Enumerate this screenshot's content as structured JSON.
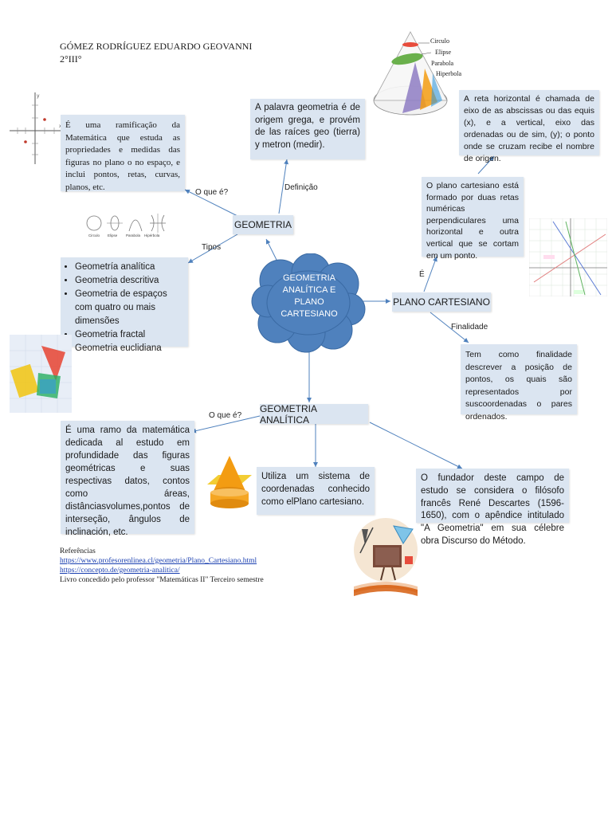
{
  "header": {
    "author": "GÓMEZ RODRÍGUEZ EDUARDO GEOVANNI",
    "group": "2°III°"
  },
  "center": {
    "title_lines": [
      "GEOMETRIA",
      "ANALÍTICA E",
      "PLANO",
      "CARTESIANO"
    ],
    "color": "#4f81bd"
  },
  "nodes": {
    "geometria": "GEOMETRIA",
    "plano": "PLANO CARTESIANO",
    "analitica": "GEOMETRIA ANALÍTICA"
  },
  "labels": {
    "que_e_1": "O que é?",
    "definicao": "Definição",
    "tipos": "Tipos",
    "e": "É",
    "finalidade": "Finalidade",
    "que_e_2": "O que é?"
  },
  "boxes": {
    "ramificacao": "É uma ramificação da Matemática que estuda as propriedades e medidas das figuras no plano o no espaço, e inclui pontos, retas, curvas, planos, etc.",
    "definicao": "A palavra geometria é de origem grega, e provém de las raíces geo (tierra) y metron (medir).",
    "reta_horizontal": "A reta horizontal é chamada de eixo de as abscissas ou das equis (x), e a vertical, eixo das ordenadas ou de sim, (y); o ponto onde se cruzam recibe el nombre de origen.",
    "plano_formado": "O plano cartesiano está formado por duas retas numéricas perpendiculares uma horizontal e outra vertical que se cortam em um ponto.",
    "finalidade": "Tem como finalidade descrever a posição de pontos, os quais são representados por suscoordenadas o pares ordenados.",
    "ramo": "É uma ramo da matemática dedicada al estudo em profundidade das figuras geométricas e suas respectivas datos, contos como áreas, distânciasvolumes,pontos de interseção, ângulos de inclinación, etc.",
    "sistema": "Utiliza um sistema de coordenadas conhecido como elPlano cartesiano.",
    "fundador": "O fundador deste campo de estudo se considera o filósofo francês René Descartes (1596-1650), com o apêndice intitulado \"A Geometria\" em sua célebre obra Discurso do Método."
  },
  "types": [
    "Geometría analítica",
    "Geometria descritiva",
    "Geometria de espaços com quatro ou mais dimensões",
    "Geometria fractal",
    "Geometria euclidiana"
  ],
  "cone_labels": [
    "Circulo",
    "Elipse",
    "Parabola",
    "Hiperbola"
  ],
  "conic_icon_labels": [
    "Circulo",
    "Elipse",
    "Parabola",
    "Hipérbola"
  ],
  "references": {
    "title": "Referências",
    "link1": "https://www.profesorenlinea.cl/geometria/Plano_Cartesiano.html",
    "link2": "https://concepto.de/geometria-analitica/",
    "note": "Livro concedido pelo professor \"Matemáticas II\" Terceiro semestre"
  },
  "colors": {
    "box_bg": "#dbe5f1",
    "arrow": "#4f81bd"
  }
}
